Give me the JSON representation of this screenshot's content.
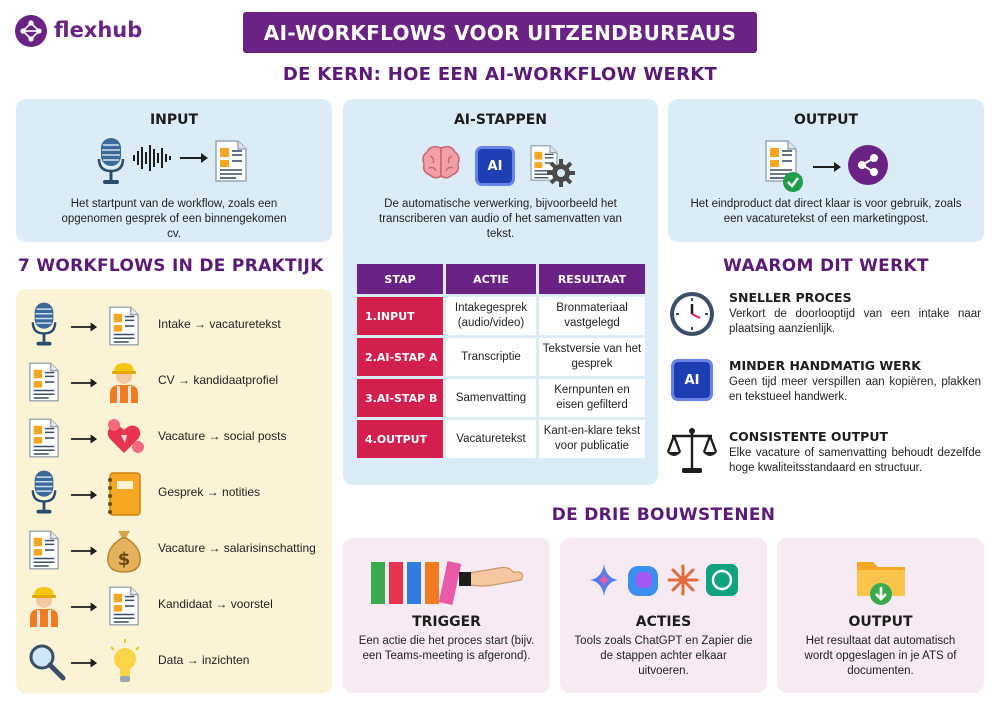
{
  "brand": {
    "name": "flexhub"
  },
  "title": "AI-WORKFLOWS VOOR UITZENDBUREAUS",
  "core": {
    "heading": "DE KERN: HOE EEN AI-WORKFLOW WERKT",
    "input": {
      "title": "INPUT",
      "text": "Het startpunt van de workflow, zoals een opgenomen gesprek of een binnengekomen cv."
    },
    "ai": {
      "title": "AI-STAPPEN",
      "icon_label": "AI",
      "text": "De automatische verwerking, bijvoorbeeld het transcriberen van audio of het samenvatten van tekst."
    },
    "output": {
      "title": "OUTPUT",
      "text": "Het eindproduct dat direct klaar is voor gebruik, zoals een vacaturetekst of een marketingpost."
    }
  },
  "table": {
    "headers": [
      "STAP",
      "ACTIE",
      "RESULTAAT"
    ],
    "rows": [
      {
        "step": "1.INPUT",
        "action": "Intakegesprek (audio/video)",
        "result": "Bronmateriaal vastgelegd"
      },
      {
        "step": "2.AI-STAP A",
        "action": "Transcriptie",
        "result": "Tekstversie van het gesprek"
      },
      {
        "step": "3.AI-STAP B",
        "action": "Samenvatting",
        "result": "Kernpunten en eisen gefilterd"
      },
      {
        "step": "4.OUTPUT",
        "action": "Vacaturetekst",
        "result": "Kant-en-klare tekst voor publicatie"
      }
    ]
  },
  "workflows": {
    "heading": "7 WORKFLOWS IN DE PRAKTIJK",
    "items": [
      {
        "label": "Intake → vacaturetekst",
        "icon_a": "microphone-icon",
        "icon_b": "document-icon"
      },
      {
        "label": "CV → kandidaatprofiel",
        "icon_a": "cv-document-icon",
        "icon_b": "worker-icon"
      },
      {
        "label": "Vacature → social posts",
        "icon_a": "document-icon",
        "icon_b": "social-likes-icon"
      },
      {
        "label": "Gesprek → notities",
        "icon_a": "microphone-icon",
        "icon_b": "notebook-icon"
      },
      {
        "label": "Vacature → salarisinschatting",
        "icon_a": "document-icon",
        "icon_b": "money-bag-icon"
      },
      {
        "label": "Kandidaat → voorstel",
        "icon_a": "worker-icon",
        "icon_b": "document-icon"
      },
      {
        "label": "Data → inzichten",
        "icon_a": "magnifier-icon",
        "icon_b": "lightbulb-icon"
      }
    ]
  },
  "benefits": {
    "heading": "WAAROM DIT WERKT",
    "items": [
      {
        "title": "SNELLER PROCES",
        "text": "Verkort de doorlooptijd van een intake naar plaatsing aanzienlijk.",
        "icon": "clock-icon"
      },
      {
        "title": "MINDER HANDMATIG WERK",
        "text": "Geen tijd meer verspillen aan kopiëren, plakken en tekstueel handwerk.",
        "icon": "ai-chip-icon"
      },
      {
        "title": "CONSISTENTE OUTPUT",
        "text": "Elke vacature of samenvatting behoudt dezelfde hoge kwaliteitsstandaard en structuur.",
        "icon": "scales-icon"
      }
    ]
  },
  "blocks": {
    "heading": "DE DRIE BOUWSTENEN",
    "items": [
      {
        "title": "TRIGGER",
        "text": "Een actie die het proces start (bijv. een Teams-meeting is afgerond).",
        "icon": "dominoes-icon"
      },
      {
        "title": "ACTIES",
        "text": "Tools zoals ChatGPT en Zapier die de stappen achter elkaar uitvoeren.",
        "icon": "ai-tools-icon"
      },
      {
        "title": "OUTPUT",
        "text": "Het resultaat dat automatisch wordt opgeslagen in je ATS of documenten.",
        "icon": "folder-download-icon"
      }
    ]
  },
  "colors": {
    "purple": "#5b1a78",
    "title_bar": "#6a2385",
    "step_red": "#d21f4e",
    "panel_blue": "#dcecf6",
    "panel_yellow": "#fbf3d6",
    "panel_pink": "#f7eaf3"
  }
}
